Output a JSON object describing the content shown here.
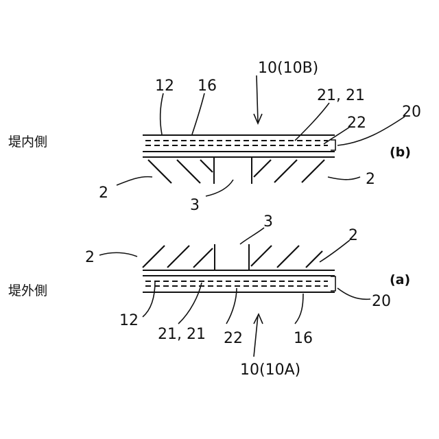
{
  "labels": {
    "b_ref": "10(10B)",
    "b_12": "12",
    "b_16": "16",
    "b_21": "21, 21",
    "b_22": "22",
    "b_20": "20",
    "b_2_left": "2",
    "b_2_right": "2",
    "b_3": "3",
    "b_side": "堤内側",
    "b_sub": "(b)",
    "a_3": "3",
    "a_2_right": "2",
    "a_2_left": "2",
    "a_side": "堤外側",
    "a_sub": "(a)",
    "a_20": "20",
    "a_12": "12",
    "a_21": "21, 21",
    "a_22": "22",
    "a_16": "16",
    "a_ref": "10(10A)"
  }
}
